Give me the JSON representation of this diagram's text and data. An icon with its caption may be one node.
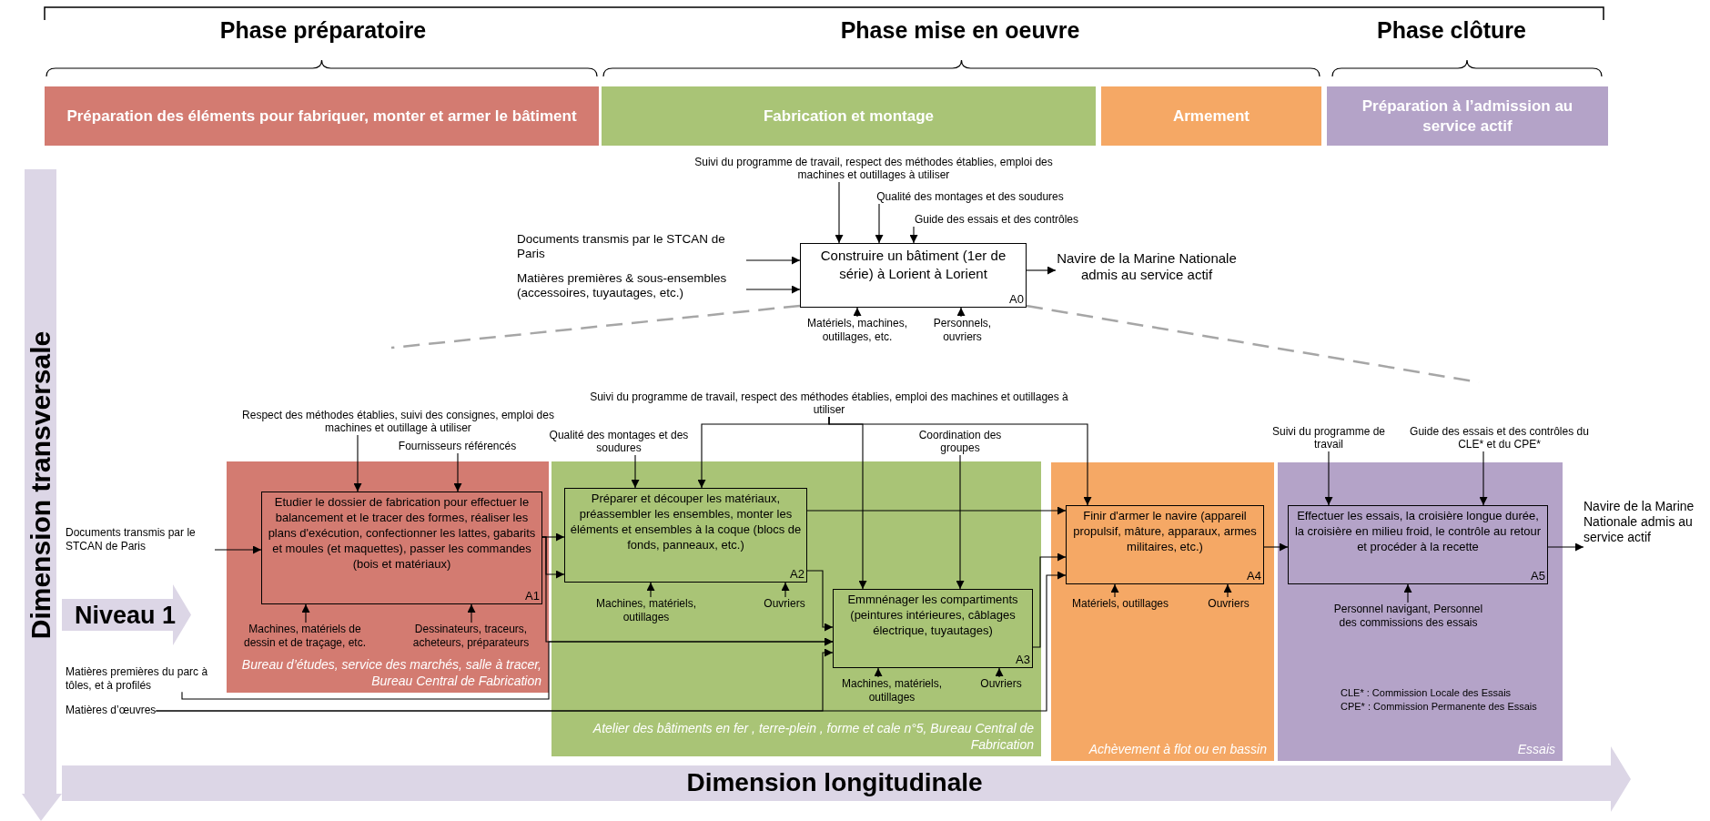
{
  "diagram": {
    "nodes": [
      {
        "text": [
          "Préparation des éléments pour fabriquer, monter et armer le bâtiment"
        ]
      },
      {
        "text": [
          "Fabrication et montage"
        ]
      },
      {
        "text": [
          "Armement"
        ]
      },
      {
        "text": [
          "Préparation à l’admission au service actif"
        ]
      },
      {
        "text": [
          "Dimension transversale"
        ]
      },
      {
        "text": [
          "Suivi du programme de travail, respect des méthodes établies, emploi des machines et outillages à utiliser"
        ]
      },
      {
        "text": [
          "Qualité des montages et des soudures"
        ]
      },
      {
        "text": [
          "Guide des essais et des contrôles"
        ]
      },
      {
        "text": [
          "Documents transmis par le STCAN de Paris"
        ]
      },
      {
        "text": [
          "Construire un bâtiment (1er de série) à Lorient à Lorient",
          "A0"
        ]
      },
      {
        "text": [
          "Navire de la Marine Nationale admis au service actif"
        ]
      },
      {
        "text": [
          "Matières premières & sous-ensembles (accessoires, tuyautages, etc.)"
        ]
      },
      {
        "text": [
          "Matériels, machines, outillages, etc."
        ]
      },
      {
        "text": [
          "Personnels, ouvriers"
        ]
      },
      {
        "text": [
          "Suivi du programme de travail, respect des méthodes établies, emploi des machines et outillages à utiliser"
        ]
      },
      {
        "text": [
          "Respect des méthodes établies, suivi des consignes, emploi des machines et outillage à utiliser"
        ]
      },
      {
        "text": [
          "Fournisseurs référencés"
        ]
      },
      {
        "text": [
          "Qualité des montages et des soudures"
        ]
      },
      {
        "text": [
          "Coordination des groupes"
        ]
      },
      {
        "text": [
          "Suivi du programme de travail"
        ]
      },
      {
        "text": [
          "Guide des essais et des contrôles du CLE* et du CPE*"
        ]
      },
      {
        "text": [
          "Bureau d’études, service des marchés, salle à tracer, Bureau Central de Fabrication"
        ]
      },
      {
        "text": [
          "Etudier le dossier de fabrication pour effectuer le balancement et le tracer des formes, réaliser les plans d'exécution, confectionner les lattes, gabarits et moules (et maquettes), passer les commandes (bois et matériaux)",
          "A1"
        ],
        "in": 21
      },
      {
        "text": [
          "Machines, matériels de dessin et de traçage, etc."
        ],
        "in": 21
      },
      {
        "text": [
          "Dessinateurs, traceurs, acheteurs, préparateurs"
        ],
        "in": 21
      },
      {
        "text": [
          "Atelier des bâtiments en fer , terre-plein , forme et cale n°5, Bureau Central de Fabrication"
        ]
      },
      {
        "text": [
          "Préparer et découper les matériaux, préassembler les ensembles, monter les éléments et ensembles à la coque (blocs de fonds, panneaux, etc.)",
          "A2"
        ],
        "in": 25
      },
      {
        "text": [
          "Machines, matériels, outillages"
        ],
        "in": 25
      },
      {
        "text": [
          "Ouvriers"
        ],
        "in": 25
      },
      {
        "text": [
          "Emmnénager les compartiments (peintures intérieures, câblages électrique, tuyautages)",
          "A3"
        ],
        "in": 25
      },
      {
        "text": [
          "Machines, matériels, outillages"
        ],
        "in": 25
      },
      {
        "text": [
          "Ouvriers"
        ],
        "in": 25
      },
      {
        "text": [
          "Achèvement à flot ou en bassin"
        ]
      },
      {
        "text": [
          "Finir d'armer le navire (appareil propulsif, mâture, apparaux, armes militaires, etc.)",
          "A4"
        ],
        "in": 32
      },
      {
        "text": [
          "Matériels, outillages"
        ],
        "in": 32
      },
      {
        "text": [
          "Ouvriers"
        ],
        "in": 32
      },
      {
        "text": [
          "Essais"
        ]
      },
      {
        "text": [
          "Effectuer les essais, la croisière longue durée, la croisière en milieu froid, le contrôle au retour et procéder à la recette",
          "A5"
        ],
        "in": 36
      },
      {
        "text": [
          "Personnel navigant, Personnel des commissions des essais"
        ],
        "in": 36
      },
      {
        "text": [
          "Navire de la Marine Nationale admis au service actif"
        ]
      },
      {
        "text": [
          "Documents transmis par le STCAN de Paris"
        ]
      },
      {
        "text": [
          "Niveau 1"
        ]
      },
      {
        "text": [
          "Matières premières du parc à tôles, et à profilés"
        ]
      },
      {
        "text": [
          "Matières d’œuvres"
        ]
      },
      {
        "text": [
          "Dimension longitudinale"
        ]
      }
    ],
    "edges": [
      {
        "from": 8,
        "to": 9,
        "arrow": "to"
      },
      {
        "from": 11,
        "to": 9,
        "arrow": "to"
      },
      {
        "from": 5,
        "to": 9,
        "arrow": "to"
      },
      {
        "from": 6,
        "to": 9,
        "arrow": "to"
      },
      {
        "from": 7,
        "to": 9,
        "arrow": "to"
      },
      {
        "from": 12,
        "to": 9,
        "arrow": "to"
      },
      {
        "from": 13,
        "to": 9,
        "arrow": "to"
      },
      {
        "from": 9,
        "to": 10,
        "arrow": "to"
      },
      {
        "from": 9,
        "to": null,
        "arrow": "none",
        "style": "dashed",
        "color": "#a6a6a6"
      },
      {
        "from": 9,
        "to": null,
        "arrow": "none",
        "style": "dashed",
        "color": "#a6a6a6"
      },
      {
        "from": 40,
        "to": 22,
        "arrow": "to"
      },
      {
        "from": 15,
        "to": 22,
        "arrow": "to"
      },
      {
        "from": 16,
        "to": 22,
        "arrow": "to"
      },
      {
        "from": 23,
        "to": 22,
        "arrow": "to"
      },
      {
        "from": 24,
        "to": 22,
        "arrow": "to"
      },
      {
        "from": 22,
        "to": 26,
        "arrow": "to"
      },
      {
        "from": 22,
        "to": 26,
        "arrow": "to"
      },
      {
        "from": 22,
        "to": 29,
        "arrow": "to"
      },
      {
        "from": 42,
        "to": 29,
        "arrow": "to"
      },
      {
        "from": 43,
        "to": 29,
        "arrow": "to"
      },
      {
        "from": 43,
        "to": 33,
        "arrow": "to"
      },
      {
        "from": 26,
        "to": 29,
        "arrow": "to"
      },
      {
        "from": 26,
        "to": 33,
        "arrow": "to"
      },
      {
        "from": 29,
        "to": 33,
        "arrow": "to"
      },
      {
        "from": 33,
        "to": 37,
        "arrow": "to"
      },
      {
        "from": 37,
        "to": 39,
        "arrow": "to"
      },
      {
        "from": 14,
        "to": 26,
        "arrow": "to"
      },
      {
        "from": 14,
        "to": 29,
        "arrow": "to"
      },
      {
        "from": 14,
        "to": 33,
        "arrow": "to"
      },
      {
        "from": 17,
        "to": 26,
        "arrow": "to"
      },
      {
        "from": 18,
        "to": 29,
        "arrow": "to"
      },
      {
        "from": 27,
        "to": 26,
        "arrow": "to"
      },
      {
        "from": 28,
        "to": 26,
        "arrow": "to"
      },
      {
        "from": 30,
        "to": 29,
        "arrow": "to"
      },
      {
        "from": 31,
        "to": 29,
        "arrow": "to"
      },
      {
        "from": 34,
        "to": 33,
        "arrow": "to"
      },
      {
        "from": 35,
        "to": 33,
        "arrow": "to"
      },
      {
        "from": 19,
        "to": 37,
        "arrow": "to"
      },
      {
        "from": 20,
        "to": 37,
        "arrow": "to"
      },
      {
        "from": 38,
        "to": 37,
        "arrow": "to"
      }
    ],
    "labels": [
      "Phase préparatoire",
      "Phase mise en oeuvre",
      "Phase clôture",
      "CLE* : Commission Locale des Essais",
      "CPE* : Commission Permanente des Essais"
    ]
  }
}
